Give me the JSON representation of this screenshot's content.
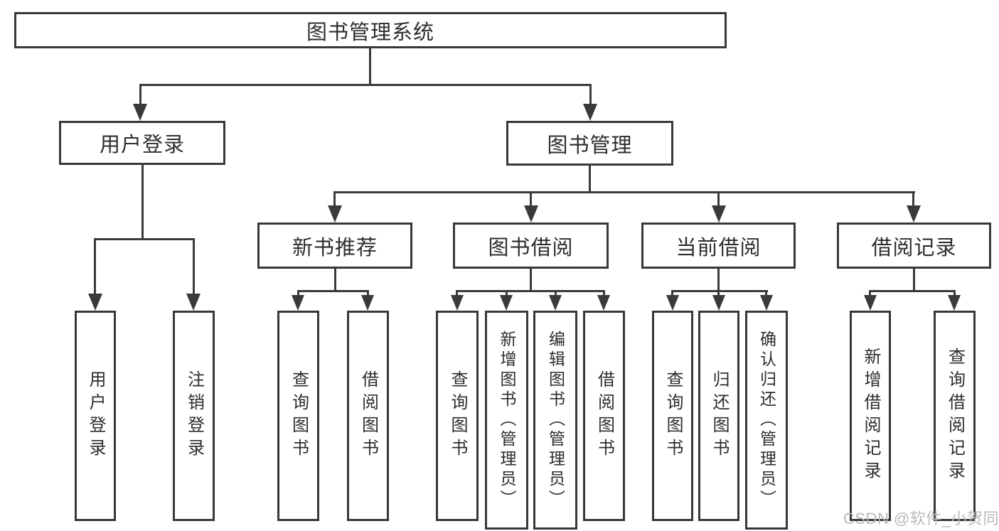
{
  "diagram": {
    "root": {
      "label": "图书管理系统"
    },
    "level2": {
      "user_login": {
        "label": "用户登录"
      },
      "book_mgmt": {
        "label": "图书管理"
      }
    },
    "user_login_children": {
      "login": {
        "label": "用户登录"
      },
      "logout": {
        "label": "注销登录"
      }
    },
    "book_mgmt_children": {
      "new_book_rec": {
        "label": "新书推荐"
      },
      "book_borrow": {
        "label": "图书借阅"
      },
      "current_borrow": {
        "label": "当前借阅"
      },
      "borrow_records": {
        "label": "借阅记录"
      }
    },
    "new_book_rec_children": {
      "query_books": {
        "label": "查询图书"
      },
      "borrow_books": {
        "label": "借阅图书"
      }
    },
    "book_borrow_children": {
      "query_books": {
        "label": "查询图书"
      },
      "add_books_admin": {
        "label": "新增图书（管理员）"
      },
      "edit_books_admin": {
        "label": "编辑图书（管理员）"
      },
      "borrow_books": {
        "label": "借阅图书"
      }
    },
    "current_borrow_children": {
      "query_books": {
        "label": "查询图书"
      },
      "return_books": {
        "label": "归还图书"
      },
      "confirm_return_admin": {
        "label": "确认归还（管理员）"
      }
    },
    "borrow_records_children": {
      "add_borrow_record": {
        "label": "新增借阅记录"
      },
      "query_borrow_record": {
        "label": "查询借阅记录"
      }
    }
  },
  "watermark": {
    "text": "CSDN @软件_小贺同学"
  },
  "colors": {
    "line": "#3a3a3a",
    "box_border": "#383838",
    "text": "#2d2d30",
    "watermark": "#b9b9b9",
    "background": "#ffffff"
  }
}
